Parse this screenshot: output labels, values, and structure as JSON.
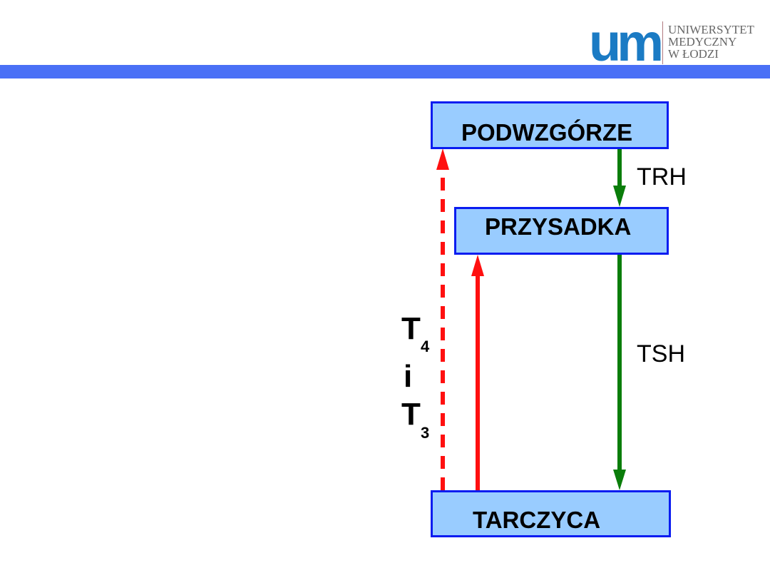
{
  "logo": {
    "mark": "um",
    "lines": [
      "UNIWERSYTET",
      "MEDYCZNY",
      "W ŁODZI"
    ]
  },
  "diagram": {
    "boxes": {
      "hypothalamus": "PODWZGÓRZE",
      "pituitary": "PRZYSADKA",
      "thyroid": "TARCZYCA"
    },
    "labels": {
      "trh": "TRH",
      "tsh": "TSH",
      "t": "T",
      "sub4": "4",
      "and": "i",
      "t2": "T",
      "sub3": "3"
    },
    "colors": {
      "box_fill": "#99ccff",
      "box_border": "#0a1cf0",
      "stimulate": "#0a7d0a",
      "feedback": "#ff1010"
    }
  }
}
